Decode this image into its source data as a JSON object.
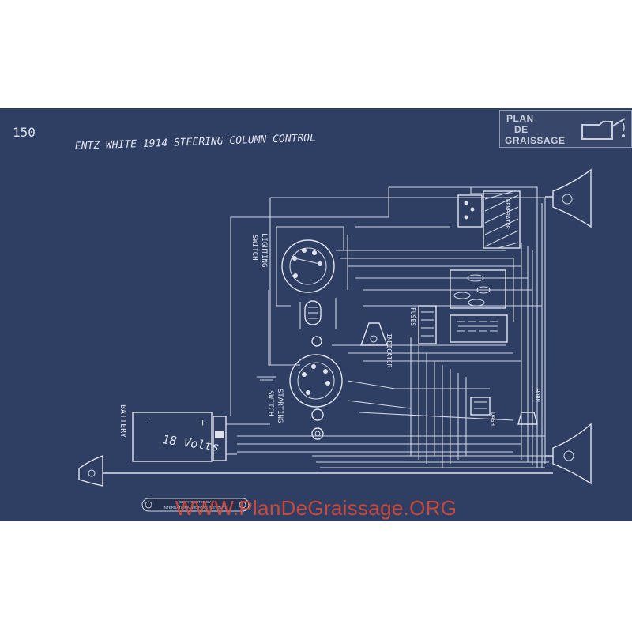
{
  "page_number": "150",
  "title": "ENTZ   WHITE 1914 STEERING COLUMN CONTROL",
  "labels": {
    "lighting_switch_1": "LIGHTING",
    "lighting_switch_2": "SWITCH",
    "starting_switch_1": "STARTING",
    "starting_switch_2": "SWITCH",
    "indicator": "INDICATOR",
    "fuses": "FUSES",
    "battery": "BATTERY",
    "battery_volts": "18 Volts",
    "battery_plus": "+",
    "battery_minus": "-",
    "horn": "HORN",
    "dash_lamp": "DASH",
    "generator": "GENERATOR"
  },
  "copyright_plate": {
    "line1": "COPYRIGHTED BY",
    "line2": "INTERNATIONAL MOTORS INSTITUTE"
  },
  "logo": {
    "line1": "PLAN",
    "line2": "DE",
    "line3": "GRAISSAGE",
    "icon": "oil-can-icon"
  },
  "watermark": "WWW.PlanDeGraissage.ORG",
  "colors": {
    "blueprint": "#2f3f63",
    "ink": "#dfe3ee",
    "watermark": "#d94a3a"
  }
}
